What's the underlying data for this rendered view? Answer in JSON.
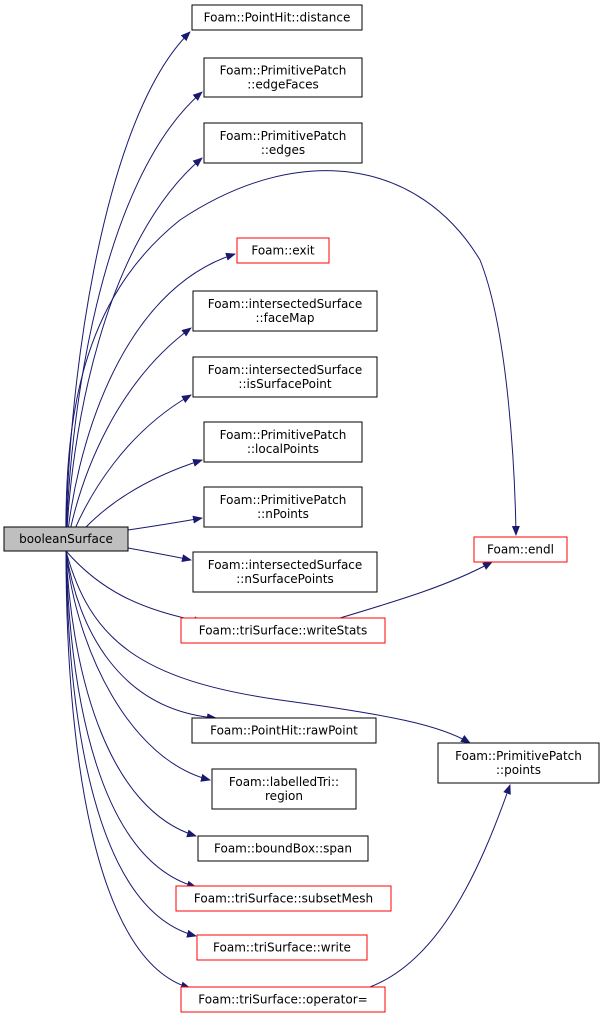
{
  "colors": {
    "edge": "#191970",
    "node_border": "#000000",
    "node_border_incomplete": "#ff0000",
    "root_fill": "#bfbfbf",
    "node_fill": "#ffffff"
  },
  "root": {
    "label": "booleanSurface"
  },
  "nodes": [
    {
      "id": "pointhit-distance",
      "lines": [
        "Foam::PointHit::distance"
      ],
      "incomplete": false
    },
    {
      "id": "primitivepatch-edgefaces",
      "lines": [
        "Foam::PrimitivePatch",
        "::edgeFaces"
      ],
      "incomplete": false
    },
    {
      "id": "primitivepatch-edges",
      "lines": [
        "Foam::PrimitivePatch",
        "::edges"
      ],
      "incomplete": false
    },
    {
      "id": "foam-exit",
      "lines": [
        "Foam::exit"
      ],
      "incomplete": true
    },
    {
      "id": "intersectedsurface-facemap",
      "lines": [
        "Foam::intersectedSurface",
        "::faceMap"
      ],
      "incomplete": false
    },
    {
      "id": "intersectedsurface-issurfacepoint",
      "lines": [
        "Foam::intersectedSurface",
        "::isSurfacePoint"
      ],
      "incomplete": false
    },
    {
      "id": "primitivepatch-localpoints",
      "lines": [
        "Foam::PrimitivePatch",
        "::localPoints"
      ],
      "incomplete": false
    },
    {
      "id": "primitivepatch-npoints",
      "lines": [
        "Foam::PrimitivePatch",
        "::nPoints"
      ],
      "incomplete": false
    },
    {
      "id": "intersectedsurface-nsurfacepoints",
      "lines": [
        "Foam::intersectedSurface",
        "::nSurfacePoints"
      ],
      "incomplete": false
    },
    {
      "id": "trisurface-writestats",
      "lines": [
        "Foam::triSurface::writeStats"
      ],
      "incomplete": true
    },
    {
      "id": "foam-endl",
      "lines": [
        "Foam::endl"
      ],
      "incomplete": true
    },
    {
      "id": "pointhit-rawpoint",
      "lines": [
        "Foam::PointHit::rawPoint"
      ],
      "incomplete": false
    },
    {
      "id": "primitivepatch-points",
      "lines": [
        "Foam::PrimitivePatch",
        "::points"
      ],
      "incomplete": false
    },
    {
      "id": "labelledtri-region",
      "lines": [
        "Foam::labelledTri::",
        "region"
      ],
      "incomplete": false
    },
    {
      "id": "boundbox-span",
      "lines": [
        "Foam::boundBox::span"
      ],
      "incomplete": false
    },
    {
      "id": "trisurface-subsetmesh",
      "lines": [
        "Foam::triSurface::subsetMesh"
      ],
      "incomplete": true
    },
    {
      "id": "trisurface-write",
      "lines": [
        "Foam::triSurface::write"
      ],
      "incomplete": true
    },
    {
      "id": "trisurface-operator-assign",
      "lines": [
        "Foam::triSurface::operator="
      ],
      "incomplete": true
    }
  ],
  "edges": [
    {
      "from": "root",
      "to": "pointhit-distance"
    },
    {
      "from": "root",
      "to": "primitivepatch-edgefaces"
    },
    {
      "from": "root",
      "to": "primitivepatch-edges"
    },
    {
      "from": "root",
      "to": "foam-endl"
    },
    {
      "from": "root",
      "to": "foam-exit"
    },
    {
      "from": "root",
      "to": "intersectedsurface-facemap"
    },
    {
      "from": "root",
      "to": "intersectedsurface-issurfacepoint"
    },
    {
      "from": "root",
      "to": "primitivepatch-localpoints"
    },
    {
      "from": "root",
      "to": "primitivepatch-npoints"
    },
    {
      "from": "root",
      "to": "intersectedsurface-nsurfacepoints"
    },
    {
      "from": "root",
      "to": "trisurface-writestats"
    },
    {
      "from": "trisurface-writestats",
      "to": "foam-endl"
    },
    {
      "from": "root",
      "to": "primitivepatch-points"
    },
    {
      "from": "root",
      "to": "pointhit-rawpoint"
    },
    {
      "from": "root",
      "to": "labelledtri-region"
    },
    {
      "from": "root",
      "to": "boundbox-span"
    },
    {
      "from": "root",
      "to": "trisurface-subsetmesh"
    },
    {
      "from": "root",
      "to": "trisurface-write"
    },
    {
      "from": "root",
      "to": "trisurface-operator-assign"
    },
    {
      "from": "trisurface-operator-assign",
      "to": "primitivepatch-points"
    }
  ]
}
